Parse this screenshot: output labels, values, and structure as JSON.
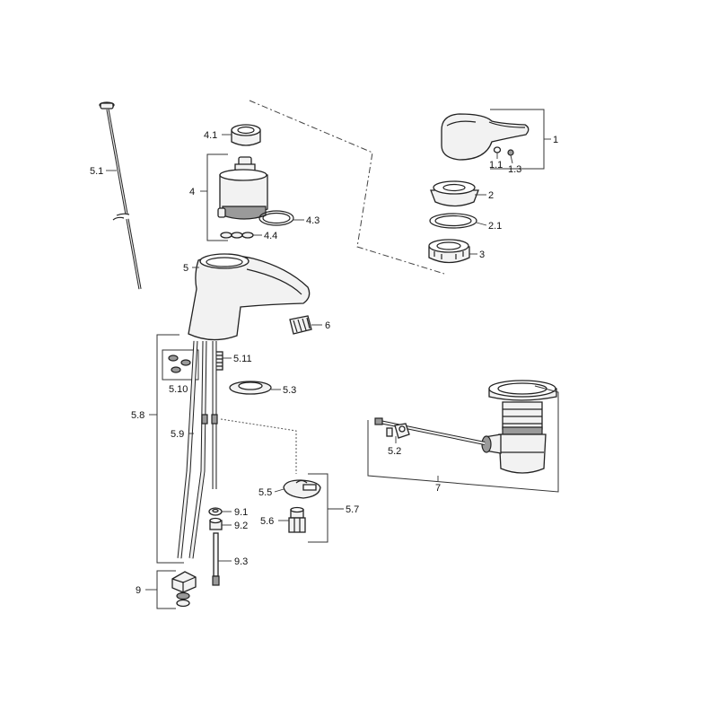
{
  "labels": {
    "p1": "1",
    "p1_1": "1.1",
    "p1_3": "1.3",
    "p2": "2",
    "p2_1": "2.1",
    "p3": "3",
    "p4": "4",
    "p4_1": "4.1",
    "p4_3": "4.3",
    "p4_4": "4.4",
    "p5": "5",
    "p5_1": "5.1",
    "p5_2": "5.2",
    "p5_3": "5.3",
    "p5_5": "5.5",
    "p5_6": "5.6",
    "p5_7": "5.7",
    "p5_8": "5.8",
    "p5_9": "5.9",
    "p5_10": "5.10",
    "p5_11": "5.11",
    "p6": "6",
    "p7": "7",
    "p9": "9",
    "p9_1": "9.1",
    "p9_2": "9.2",
    "p9_3": "9.3"
  }
}
